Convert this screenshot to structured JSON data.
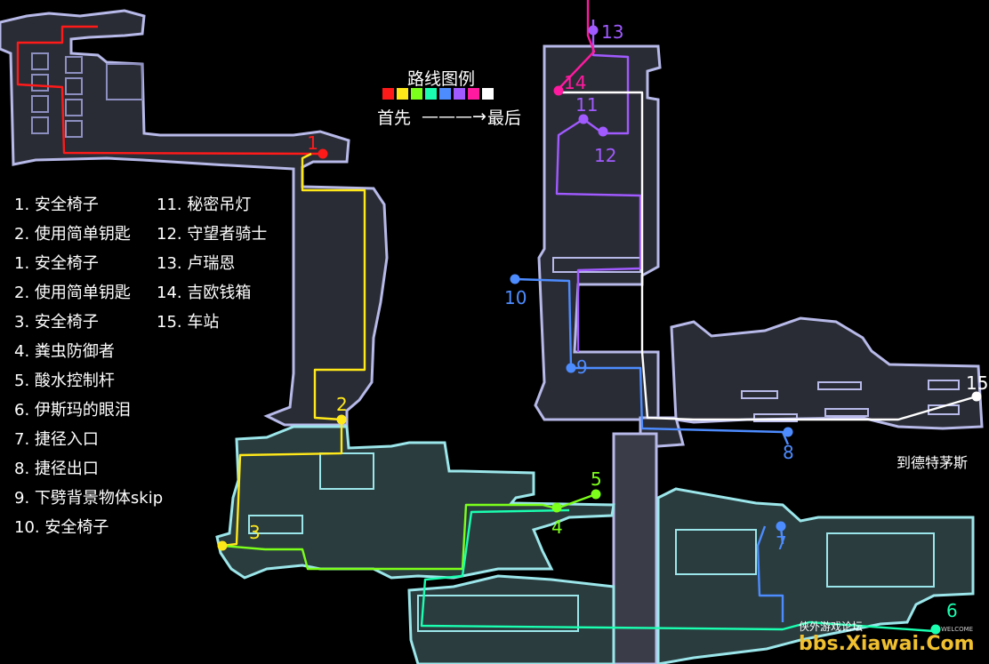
{
  "route_legend": {
    "title": "路线图例",
    "colors": [
      "#ff1a1a",
      "#ffe81a",
      "#7cff1a",
      "#1affb0",
      "#4d8cff",
      "#a05aff",
      "#ff1aa0",
      "#ffffff"
    ],
    "first": "首先",
    "arrow": "———→",
    "last": "最后"
  },
  "items_left": [
    "1. 安全椅子",
    "2. 使用简单钥匙",
    "1. 安全椅子",
    "2. 使用简单钥匙",
    "3. 安全椅子",
    "4. 粪虫防御者",
    "5. 酸水控制杆",
    "6. 伊斯玛的眼泪",
    "7. 捷径入口",
    "8. 捷径出口",
    "9. 下劈背景物体skip",
    "10. 安全椅子"
  ],
  "items_right": [
    "11. 秘密吊灯",
    "12. 守望者骑士",
    "13. 卢瑞恩",
    "14. 吉欧钱箱",
    "15. 车站"
  ],
  "markers": [
    {
      "label": "1",
      "color": "#ff1a1a"
    },
    {
      "label": "2",
      "color": "#ffe81a"
    },
    {
      "label": "3",
      "color": "#ffe81a"
    },
    {
      "label": "4",
      "color": "#7cff1a"
    },
    {
      "label": "5",
      "color": "#7cff1a"
    },
    {
      "label": "6",
      "color": "#1affb0"
    },
    {
      "label": "7",
      "color": "#4d8cff"
    },
    {
      "label": "8",
      "color": "#4d8cff"
    },
    {
      "label": "9",
      "color": "#4d8cff"
    },
    {
      "label": "10",
      "color": "#4d8cff"
    },
    {
      "label": "11",
      "color": "#a05aff"
    },
    {
      "label": "12",
      "color": "#a05aff"
    },
    {
      "label": "13",
      "color": "#a05aff"
    },
    {
      "label": "14",
      "color": "#ff1aa0"
    },
    {
      "label": "15",
      "color": "#ffffff"
    }
  ],
  "destination": "到德特茅斯",
  "watermark": {
    "site_cn": "侠外游戏论坛",
    "site": "bbs.Xiawai.Com",
    "welcome": "WELCOME"
  }
}
